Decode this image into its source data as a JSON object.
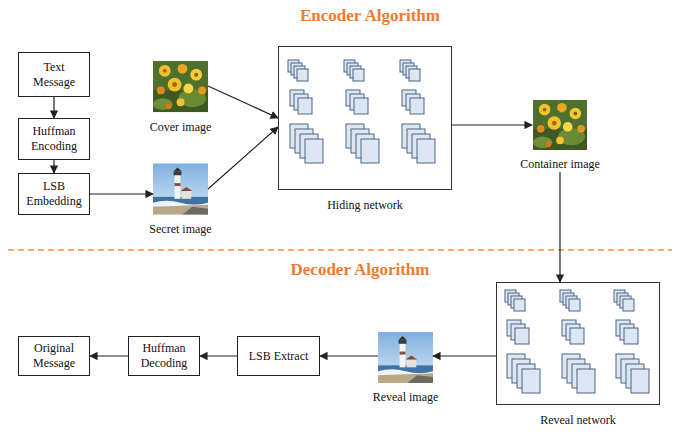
{
  "diagram": {
    "nodes": [
      {
        "text": [
          "Text Message"
        ]
      },
      {
        "text": [
          "Huffman Encoding"
        ]
      },
      {
        "text": [
          "LSB Embedding"
        ]
      },
      {
        "text": [
          "Cover image"
        ]
      },
      {
        "text": [
          "Secret image"
        ]
      },
      {
        "text": [
          "Hiding network"
        ]
      },
      {
        "text": [
          "Container image"
        ]
      },
      {
        "text": [
          "Reveal network"
        ]
      },
      {
        "text": [
          "Reveal image"
        ]
      },
      {
        "text": [
          "LSB Extract"
        ]
      },
      {
        "text": [
          "Huffman Decoding"
        ]
      },
      {
        "text": [
          "Original Message"
        ]
      }
    ],
    "edges": [
      {
        "from": 0,
        "to": 1,
        "arrow": "to"
      },
      {
        "from": 1,
        "to": 2,
        "arrow": "to"
      },
      {
        "from": 2,
        "to": 4,
        "arrow": "to"
      },
      {
        "from": 3,
        "to": 5,
        "arrow": "to"
      },
      {
        "from": 4,
        "to": 5,
        "arrow": "to"
      },
      {
        "from": 5,
        "to": 6,
        "arrow": "to"
      },
      {
        "from": 6,
        "to": 7,
        "arrow": "to"
      },
      {
        "from": 7,
        "to": 8,
        "arrow": "to"
      },
      {
        "from": 8,
        "to": 9,
        "arrow": "to"
      },
      {
        "from": 9,
        "to": 10,
        "arrow": "to"
      },
      {
        "from": 10,
        "to": 11,
        "arrow": "to"
      }
    ],
    "labels": [
      "Encoder Algorithm",
      "Decoder Algorithm"
    ]
  }
}
